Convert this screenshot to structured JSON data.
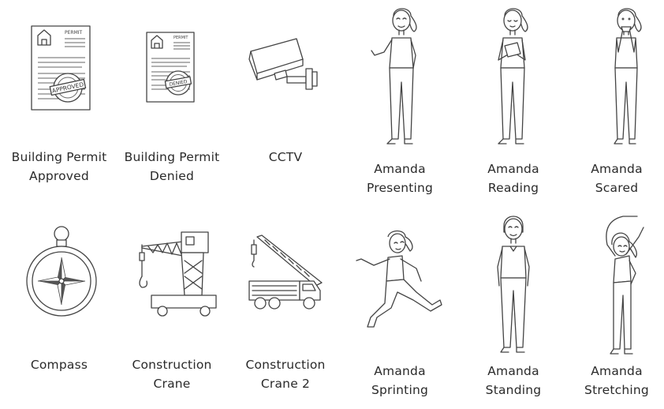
{
  "assets": [
    {
      "id": "permit-approved",
      "lines": [
        "Building Permit",
        "Approved"
      ],
      "icon": "permit-approved-icon",
      "stamp": "APPROVED",
      "heading": "PERMIT"
    },
    {
      "id": "permit-denied",
      "lines": [
        "Building Permit",
        "Denied"
      ],
      "icon": "permit-denied-icon",
      "stamp": "DENIED",
      "heading": "PERMIT"
    },
    {
      "id": "cctv",
      "lines": [
        "CCTV"
      ],
      "icon": "cctv-camera-icon"
    },
    {
      "id": "amanda-presenting",
      "lines": [
        "Amanda",
        "Presenting"
      ],
      "icon": "amanda-presenting-icon"
    },
    {
      "id": "amanda-reading",
      "lines": [
        "Amanda",
        "Reading"
      ],
      "icon": "amanda-reading-icon"
    },
    {
      "id": "amanda-scared",
      "lines": [
        "Amanda",
        "Scared"
      ],
      "icon": "amanda-scared-icon"
    },
    {
      "id": "compass",
      "lines": [
        "Compass"
      ],
      "icon": "compass-icon"
    },
    {
      "id": "construction-crane",
      "lines": [
        "Construction",
        "Crane"
      ],
      "icon": "tower-crane-icon"
    },
    {
      "id": "construction-crane-2",
      "lines": [
        "Construction",
        "Crane 2"
      ],
      "icon": "truck-crane-icon"
    },
    {
      "id": "amanda-sprinting",
      "lines": [
        "Amanda",
        "Sprinting"
      ],
      "icon": "amanda-sprinting-icon"
    },
    {
      "id": "amanda-standing",
      "lines": [
        "Amanda",
        "Standing"
      ],
      "icon": "amanda-standing-icon"
    },
    {
      "id": "amanda-stretching",
      "lines": [
        "Amanda",
        "Stretching"
      ],
      "icon": "amanda-stretching-icon"
    }
  ]
}
